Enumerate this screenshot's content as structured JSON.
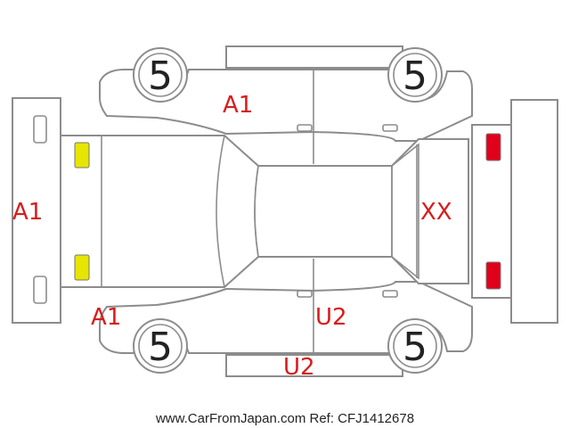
{
  "diagram": {
    "tire_ratings": {
      "front_left": "5",
      "rear_left": "5",
      "front_right": "5",
      "rear_right": "5"
    },
    "damage_marks": {
      "front_bumper": "A1",
      "front_left_fender": "A1",
      "front_right_fender": "A1",
      "rear_right_door": "U2",
      "right_rocker_panel": "U2",
      "rear_window": "XX"
    },
    "lamp_colors": {
      "front": "#e6e600",
      "rear": "#e0001b"
    },
    "mark_color": "#d81c1c"
  },
  "footer": {
    "watermark": "www.CarFromJapan.com Ref: CFJ1412678"
  }
}
